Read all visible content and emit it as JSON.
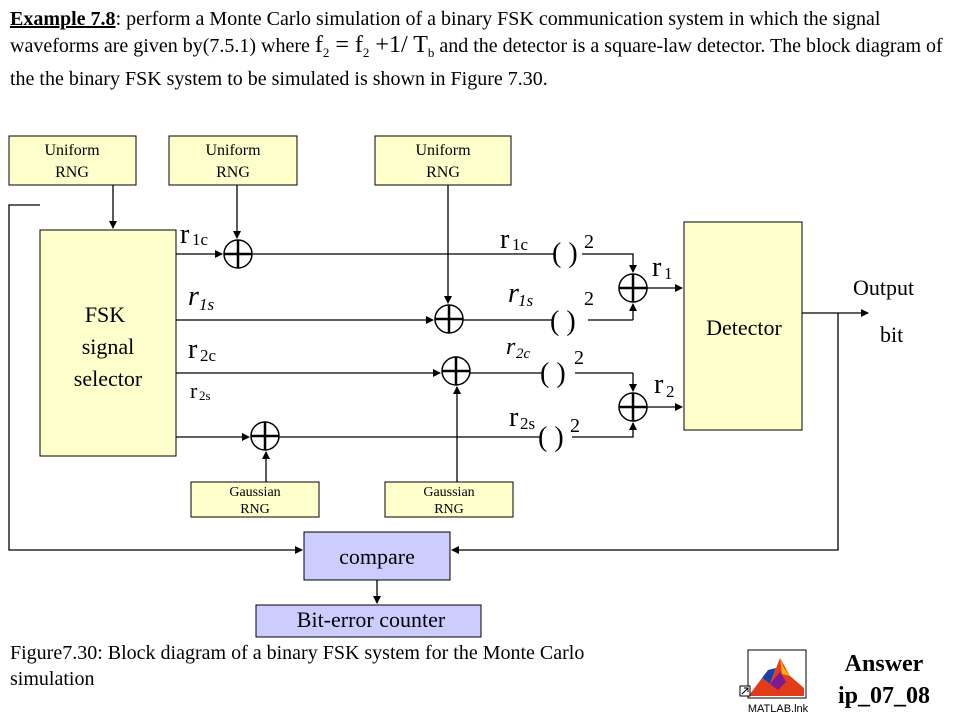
{
  "intro": {
    "label": "Example 7.8",
    "text_a": ": perform a Monte Carlo simulation of a binary FSK communication system in which the signal waveforms are given by(7.5.1) where ",
    "f2": "f",
    "f2_sub": "2",
    "eq": " = f",
    "f1_sub": "2",
    "plus": " +1/ T",
    "tb_sub": "b",
    "text_b": " and the detector is a square-law detector. The block diagram of the the binary FSK  system to be simulated is shown in Figure 7.30."
  },
  "diagram": {
    "rng_uniform_1": [
      "Uniform",
      "RNG"
    ],
    "rng_uniform_2": [
      "Uniform",
      "RNG"
    ],
    "rng_uniform_3": [
      "Uniform",
      "RNG"
    ],
    "rng_gaussian_1": [
      "Gaussian",
      "RNG"
    ],
    "rng_gaussian_2": [
      "Gaussian",
      "RNG"
    ],
    "fsk_selector": [
      "FSK",
      "signal",
      "selector"
    ],
    "detector": "Detector",
    "compare": "compare",
    "counter": "Bit-error counter",
    "output": [
      "Output",
      "bit"
    ],
    "signals": {
      "r1c": {
        "base": "r",
        "sub": "1c"
      },
      "r1s": {
        "base": "r",
        "sub": "1s"
      },
      "r2c": {
        "base": "r",
        "sub": "2c"
      },
      "r2s": {
        "base": "r",
        "sub": "2s"
      },
      "r1": {
        "base": "r",
        "sub": "1"
      },
      "r2": {
        "base": "r",
        "sub": "2"
      }
    },
    "square_symbol": "( )",
    "square_exp": "2"
  },
  "caption": "Figure7.30: Block diagram of a binary FSK system for the Monte Carlo simulation",
  "answer": {
    "line1": "Answer",
    "line2": "ip_07_08"
  },
  "matlab_link": "MATLAB.lnk",
  "colors": {
    "yellow_box": "#ffffcc",
    "purple_box": "#ccccff"
  }
}
